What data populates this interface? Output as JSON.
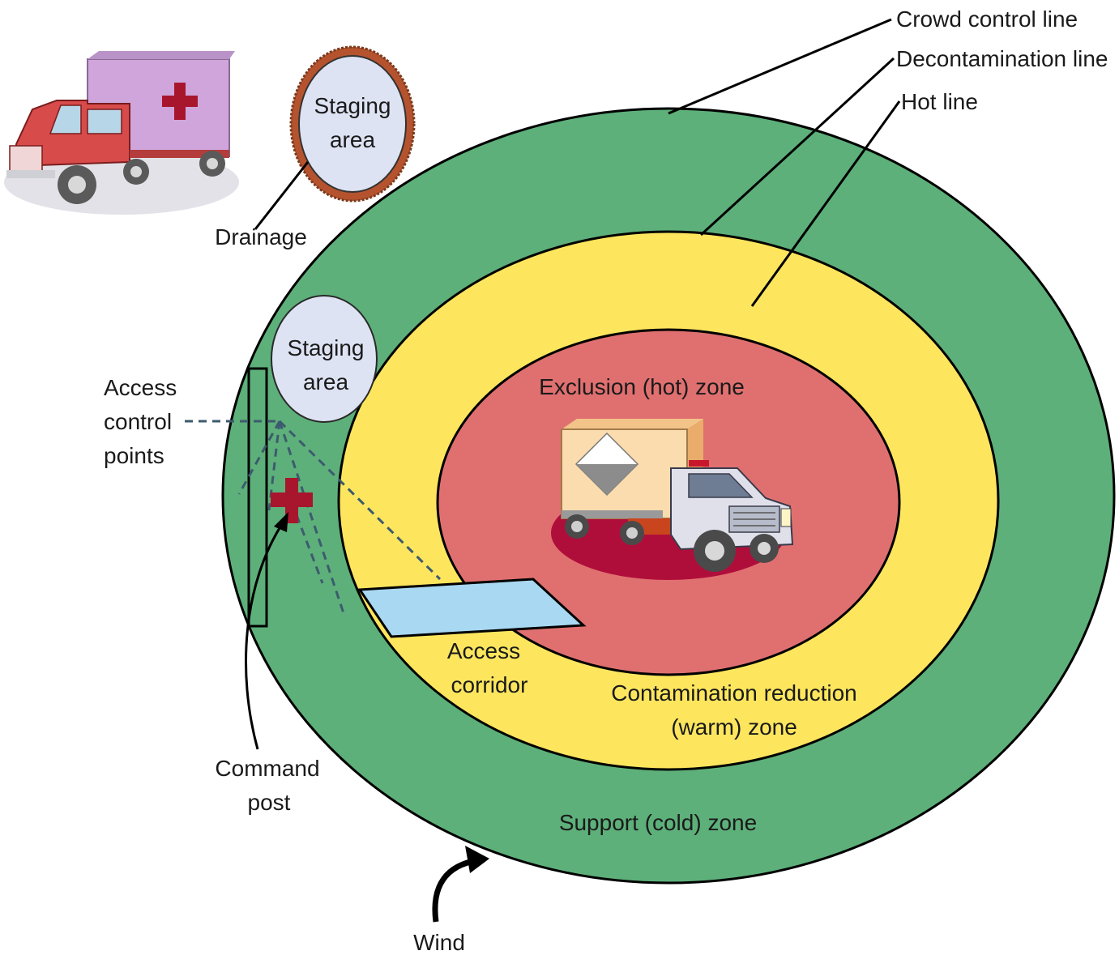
{
  "labels": {
    "crowd_control_line": "Crowd control line",
    "decontamination_line": "Decontamination line",
    "hot_line": "Hot line",
    "staging_area_top": [
      "Staging",
      "area"
    ],
    "drainage": "Drainage",
    "staging_area_inner": [
      "Staging",
      "area"
    ],
    "access_control_points": [
      "Access",
      "control",
      "points"
    ],
    "exclusion_zone": "Exclusion (hot) zone",
    "access_corridor": [
      "Access",
      "corridor"
    ],
    "contamination_reduction_zone": [
      "Contamination reduction",
      "(warm) zone"
    ],
    "command_post": [
      "Command",
      "post"
    ],
    "support_zone": "Support (cold) zone",
    "wind": "Wind"
  },
  "colors": {
    "support_zone": "#5db07a",
    "contamination_reduction_zone": "#fde65e",
    "exclusion_zone": "#e07070",
    "staging_area": "#dde3f2",
    "drainage_ring": "#b5532e",
    "access_corridor": "#a9d8f2",
    "medical_cross": "#a8162d",
    "ambulance_box": "#cfa5db",
    "truck_red": "#d84b4b",
    "hazmat_box": "#fbdcae",
    "hazmat_shadow": "#b00e3a"
  },
  "icons": {
    "ambulance": "ambulance-icon",
    "hazmat_truck": "hazmat-truck-icon",
    "command_post_cross": "medical-cross-icon",
    "wind_arrow": "curved-arrow-icon"
  }
}
